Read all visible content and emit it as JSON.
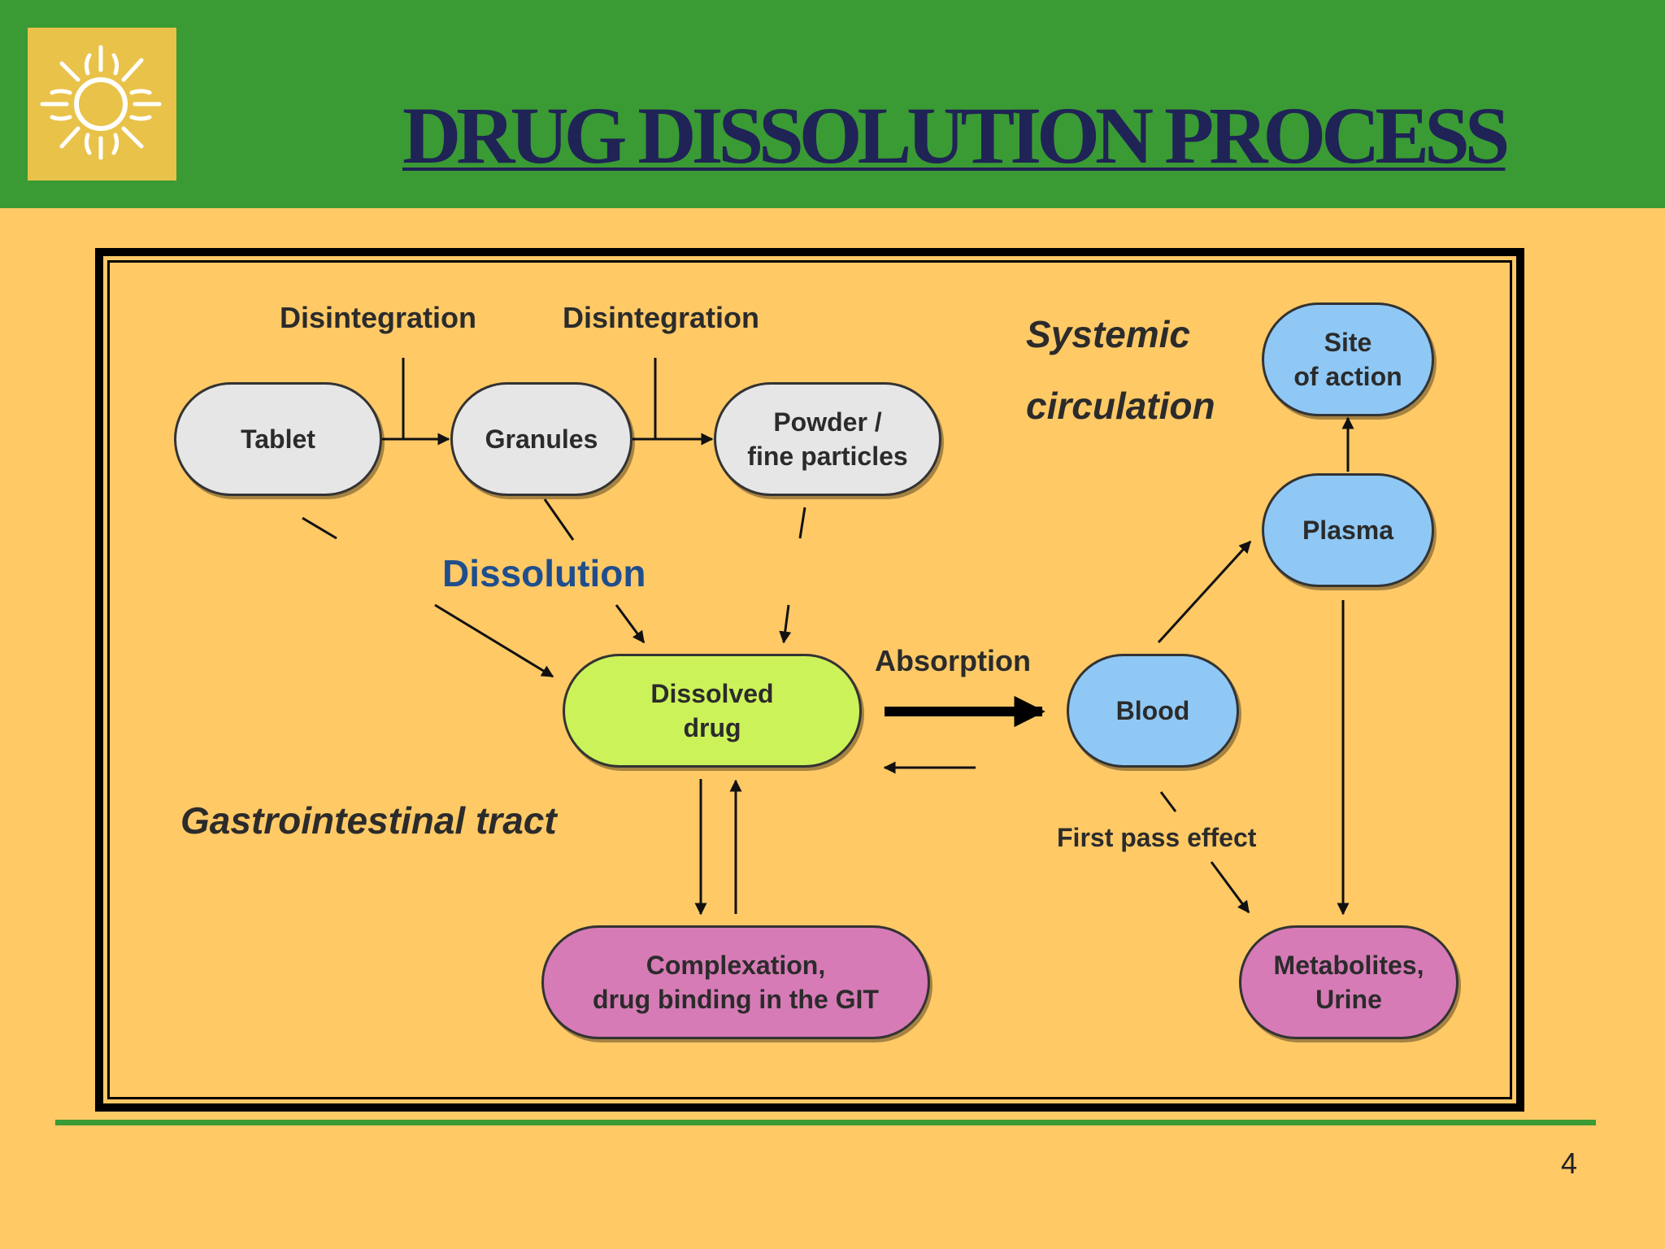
{
  "slide": {
    "title": "DRUG DISSOLUTION PROCESS",
    "page_number": "4",
    "logo_icon": "sun-icon"
  },
  "colors": {
    "header": "#3a9a34",
    "background": "#ffc966",
    "title": "#1f2356",
    "gray_node": "#e6e6e6",
    "green_node": "#ccf25a",
    "blue_node": "#8fc8f5",
    "pink_node": "#d67bb6",
    "dissolution_label": "#1f4e8c"
  },
  "diagram": {
    "nodes": {
      "tablet": "Tablet",
      "granules": "Granules",
      "powder": "Powder /\nfine particles",
      "dissolved": "Dissolved\ndrug",
      "complexation": "Complexation,\ndrug binding in the GIT",
      "blood": "Blood",
      "plasma": "Plasma",
      "site": "Site\nof action",
      "metabolites": "Metabolites,\nUrine"
    },
    "labels": {
      "disintegration_1": "Disintegration",
      "disintegration_2": "Disintegration",
      "dissolution": "Dissolution",
      "absorption": "Absorption",
      "first_pass": "First pass effect"
    },
    "regions": {
      "systemic_line1": "Systemic",
      "systemic_line2": "circulation",
      "git": "Gastrointestinal tract"
    }
  }
}
